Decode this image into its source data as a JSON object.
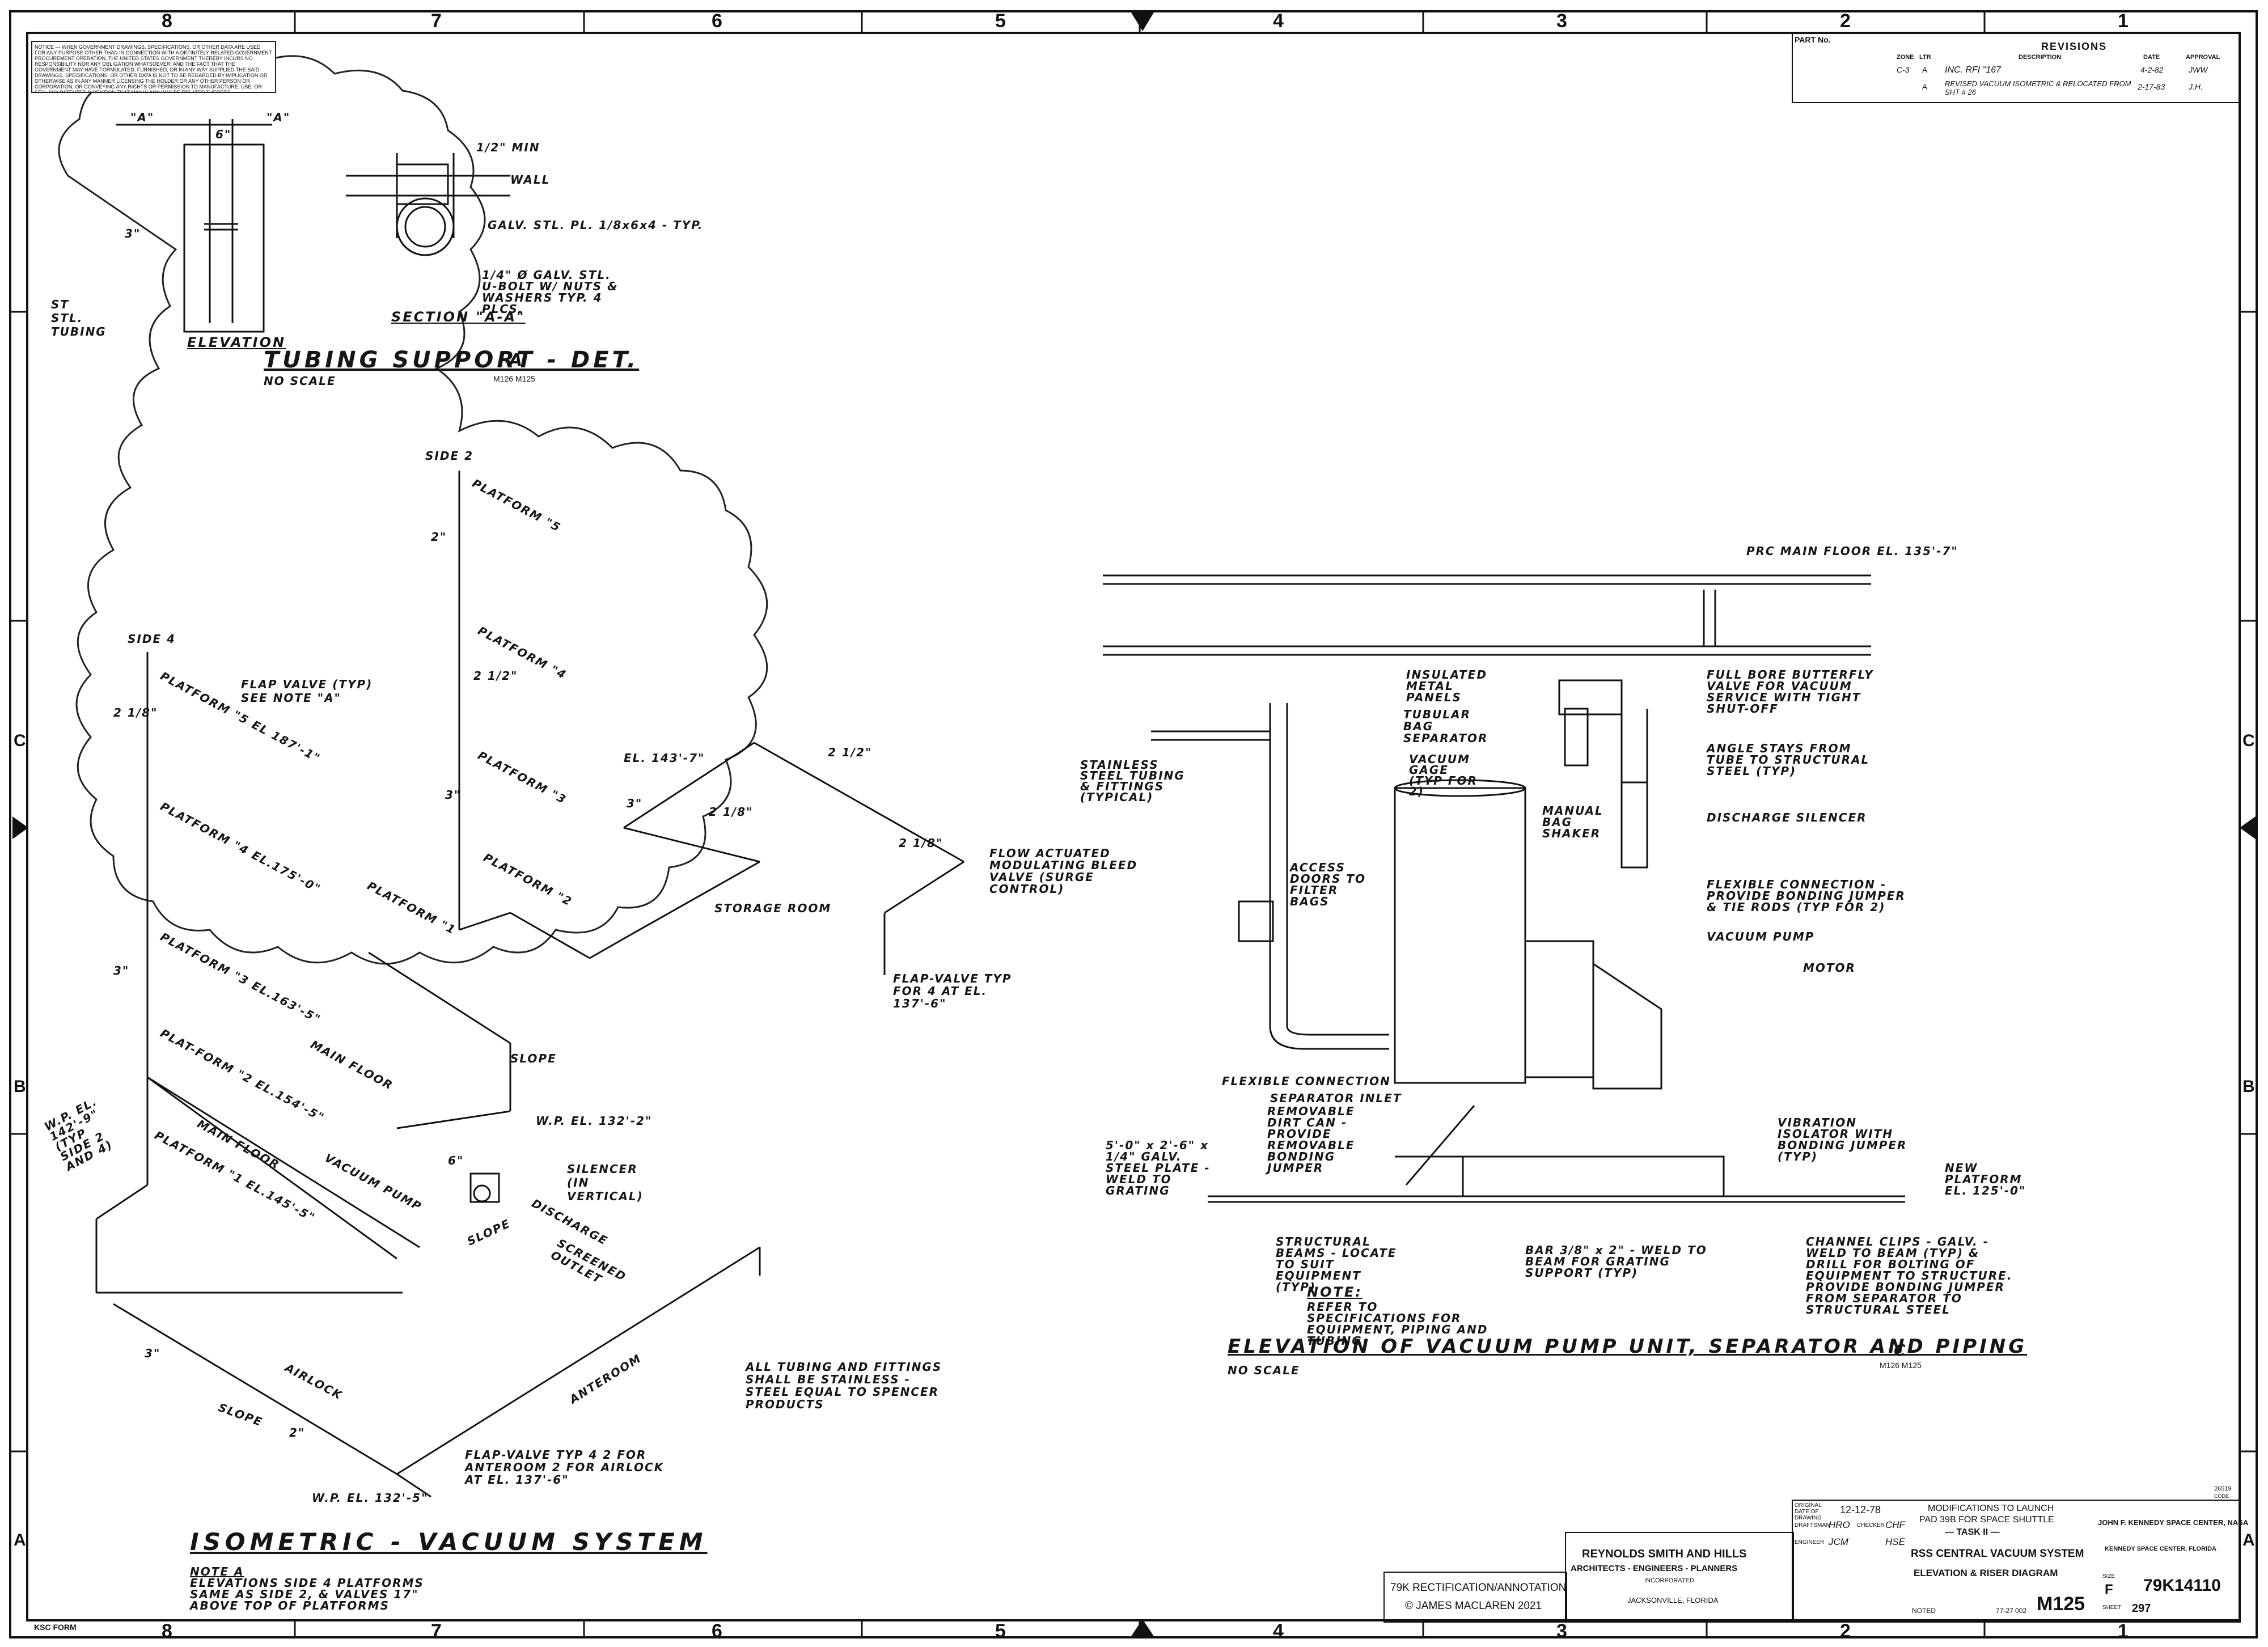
{
  "sheet": {
    "zones_top": [
      "8",
      "7",
      "6",
      "5",
      "4",
      "3",
      "2",
      "1"
    ],
    "zones_side": [
      "A",
      "B",
      "C"
    ],
    "notice_text": "NOTICE — WHEN GOVERNMENT DRAWINGS, SPECIFICATIONS, OR OTHER DATA ARE USED FOR ANY PURPOSE OTHER THAN IN CONNECTION WITH A DEFINITELY RELATED GOVERNMENT PROCUREMENT OPERATION, THE UNITED STATES GOVERNMENT THEREBY INCURS NO RESPONSIBILITY NOR ANY OBLIGATION WHATSOEVER; AND THE FACT THAT THE GOVERNMENT MAY HAVE FORMULATED, FURNISHED, OR IN ANY WAY SUPPLIED THE SAID DRAWINGS, SPECIFICATIONS, OR OTHER DATA IS NOT TO BE REGARDED BY IMPLICATION OR OTHERWISE AS IN ANY MANNER LICENSING THE HOLDER OR ANY OTHER PERSON OR CORPORATION, OR CONVEYING ANY RIGHTS OR PERMISSION TO MANUFACTURE, USE, OR SELL ANY PATENTED INVENTION THAT MAY IN ANY WAY BE RELATED THERETO.",
    "ksc_form": "KSC FORM"
  },
  "revisions": {
    "header": "REVISIONS",
    "part_no": "PART No.",
    "col_zone": "ZONE",
    "col_ltr": "LTR",
    "col_desc": "DESCRIPTION",
    "col_date": "DATE",
    "col_approval": "APPROVAL",
    "rows": [
      {
        "zone": "C-3",
        "ltr": "A",
        "desc": "INC. RFI \"167",
        "date": "4-2-82",
        "approval": "JWW"
      },
      {
        "zone": "",
        "ltr": "A",
        "desc": "REVISED VACUUM ISOMETRIC & RELOCATED FROM SHT # 26",
        "date": "2-17-83",
        "approval": "J.H."
      }
    ]
  },
  "detail_a": {
    "title": "TUBING SUPPORT - DET.",
    "scale": "NO SCALE",
    "ref_letter": "A",
    "ref_sheets": "M126 M125",
    "elevation_label": "ELEVATION",
    "section_label": "SECTION \"A-A\"",
    "dim_6": "6\"",
    "dim_3": "3\"",
    "dim_half_min": "1/2\" MIN",
    "section_mark": "\"A\"",
    "wall": "WALL",
    "ss_tubing": "ST STL. TUBING",
    "plate": "GALV. STL. PL. 1/8x6x4 - TYP.",
    "ubolt": "1/4\" Ø GALV. STL. U-BOLT W/ NUTS & WASHERS TYP. 4 PLCS."
  },
  "isometric": {
    "title": "ISOMETRIC - VACUUM SYSTEM",
    "side2": "SIDE 2",
    "side4": "SIDE 4",
    "platform_s2": [
      "PLATFORM \"5",
      "PLATFORM \"4",
      "PLATFORM \"3",
      "PLATFORM \"2",
      "PLATFORM \"1"
    ],
    "platform_s4": [
      "PLATFORM \"5 EL 187'-1\"",
      "PLATFORM \"4 EL.175'-0\"",
      "PLATFORM \"3 EL.163'-5\"",
      "PLAT-FORM \"2 EL.154'-5\"",
      "PLATFORM \"1 EL.145'-5\""
    ],
    "flap_valve": "FLAP VALVE (TYP) SEE NOTE \"A\"",
    "el_143": "EL. 143'-7\"",
    "storage_room": "STORAGE ROOM",
    "flow_valve": "FLOW ACTUATED MODULATING BLEED VALVE (SURGE CONTROL)",
    "flap_valve_storage": "FLAP-VALVE TYP FOR 4 AT EL. 137'-6\"",
    "main_floor": "MAIN FLOOR",
    "main_floor2": "MAIN FLOOR",
    "slope": "SLOPE",
    "vacuum_pump": "VACUUM PUMP",
    "wp_132": "W.P. EL. 132'-2\"",
    "silencer": "SILENCER (IN VERTICAL)",
    "discharge": "DISCHARGE",
    "screened_outlet": "SCREENED OUTLET",
    "wp_142": "W.P. EL. 142'-9\" (TYP SIDE 2 AND 4)",
    "airlock": "AIRLOCK",
    "anteroom": "ANTEROOM",
    "all_tubing": "ALL TUBING AND FITTINGS SHALL BE STAINLESS - STEEL EQUAL TO SPENCER PRODUCTS",
    "flap_valve_ante": "FLAP-VALVE TYP 4 2 FOR ANTEROOM 2 FOR AIRLOCK AT EL. 137'-6\"",
    "wp_132b": "W.P. EL. 132'-5\"",
    "note_a_title": "NOTE A",
    "note_a": [
      "ELEVATIONS SIDE 4 PLATFORMS",
      "SAME AS SIDE 2, & VALVES 17\"",
      "ABOVE TOP OF PLATFORMS"
    ],
    "dims": [
      "2\"",
      "2 1/2\"",
      "3\"",
      "2 1/8\"",
      "2 1/8\"",
      "2 1/2\"",
      "3\"",
      "2 1/8\"",
      "3\"",
      "2\"",
      "6\"",
      "3\""
    ]
  },
  "elevation_c": {
    "title": "ELEVATION OF VACUUM PUMP UNIT, SEPARATOR AND PIPING",
    "scale": "NO SCALE",
    "ref_letter": "C",
    "ref_sheets": "M126 M125",
    "prc_floor": "PRC MAIN FLOOR EL. 135'-7\"",
    "insulated": "INSULATED METAL PANELS",
    "butterfly": "FULL BORE BUTTERFLY VALVE FOR VACUUM SERVICE WITH TIGHT SHUT-OFF",
    "tubular_bag": "TUBULAR BAG SEPARATOR",
    "vacuum_gage": "VACUUM GAGE (TYP FOR 2)",
    "stainless_tubing": "STAINLESS STEEL TUBING & FITTINGS (TYPICAL)",
    "manual_bag": "MANUAL BAG SHAKER",
    "angle_stays": "ANGLE STAYS FROM TUBE TO STRUCTURAL STEEL (TYP)",
    "discharge_silencer": "DISCHARGE SILENCER",
    "access_doors": "ACCESS DOORS TO FILTER BAGS",
    "flexible_conn": "FLEXIBLE CONNECTION - PROVIDE BONDING JUMPER & TIE RODS (TYP FOR 2)",
    "vacuum_pump": "VACUUM PUMP",
    "motor": "MOTOR",
    "flex_conn2": "FLEXIBLE CONNECTION",
    "separator_inlet": "SEPARATOR INLET",
    "removable_dirt": "REMOVABLE DIRT CAN - PROVIDE REMOVABLE BONDING JUMPER",
    "plate": "5'-0\" x 2'-6\" x 1/4\" GALV. STEEL PLATE - WELD TO GRATING",
    "vibration": "VIBRATION ISOLATOR WITH BONDING JUMPER (TYP)",
    "new_platform": "NEW PLATFORM EL. 125'-0\"",
    "structural_beams": "STRUCTURAL BEAMS - LOCATE TO SUIT EQUIPMENT (TYP)",
    "bar": "BAR 3/8\" x 2\" - WELD TO BEAM FOR GRATING SUPPORT (TYP)",
    "channel_clips": "CHANNEL CLIPS - GALV. - WELD TO BEAM (TYP) & DRILL FOR BOLTING OF EQUIPMENT TO STRUCTURE. PROVIDE BONDING JUMPER FROM SEPARATOR TO STRUCTURAL STEEL",
    "note_title": "NOTE:",
    "note_text": "REFER TO SPECIFICATIONS FOR EQUIPMENT, PIPING AND TUBING"
  },
  "title_block": {
    "annotation_1": "79K RECTIFICATION/ANNOTATION",
    "annotation_2": "© JAMES MACLAREN 2021",
    "firm_1": "REYNOLDS SMITH AND HILLS",
    "firm_2": "ARCHITECTS - ENGINEERS - PLANNERS",
    "firm_3": "INCORPORATED",
    "firm_4": "JACKSONVILLE, FLORIDA",
    "orig_date_label": "ORIGINAL DATE OF DRAWING",
    "orig_date": "12-12-78",
    "drawn_label": "DRAFTSMAN",
    "drawn": "HRO",
    "checker_label": "CHECKER",
    "checker": "CHF",
    "engineer_label": "ENGINEER",
    "engineer": "JCM",
    "engineer2": "HSE",
    "project_1": "MODIFICATIONS TO LAUNCH",
    "project_2": "PAD 39B FOR SPACE SHUTTLE",
    "project_3": "— TASK II —",
    "title_1": "RSS CENTRAL VACUUM SYSTEM",
    "title_2": "ELEVATION & RISER DIAGRAM",
    "sheet_id": "M125",
    "agency_1": "JOHN F. KENNEDY SPACE CENTER, NASA",
    "agency_2": "KENNEDY SPACE CENTER, FLORIDA",
    "size_label": "SIZE",
    "size": "F",
    "code_ident": "26519",
    "code_label": "CODE",
    "dwg_no": "79K14110",
    "sheet_label": "SHEET",
    "sheet_no": "297",
    "scale": "NOTED",
    "date_code": "77-27 002"
  }
}
